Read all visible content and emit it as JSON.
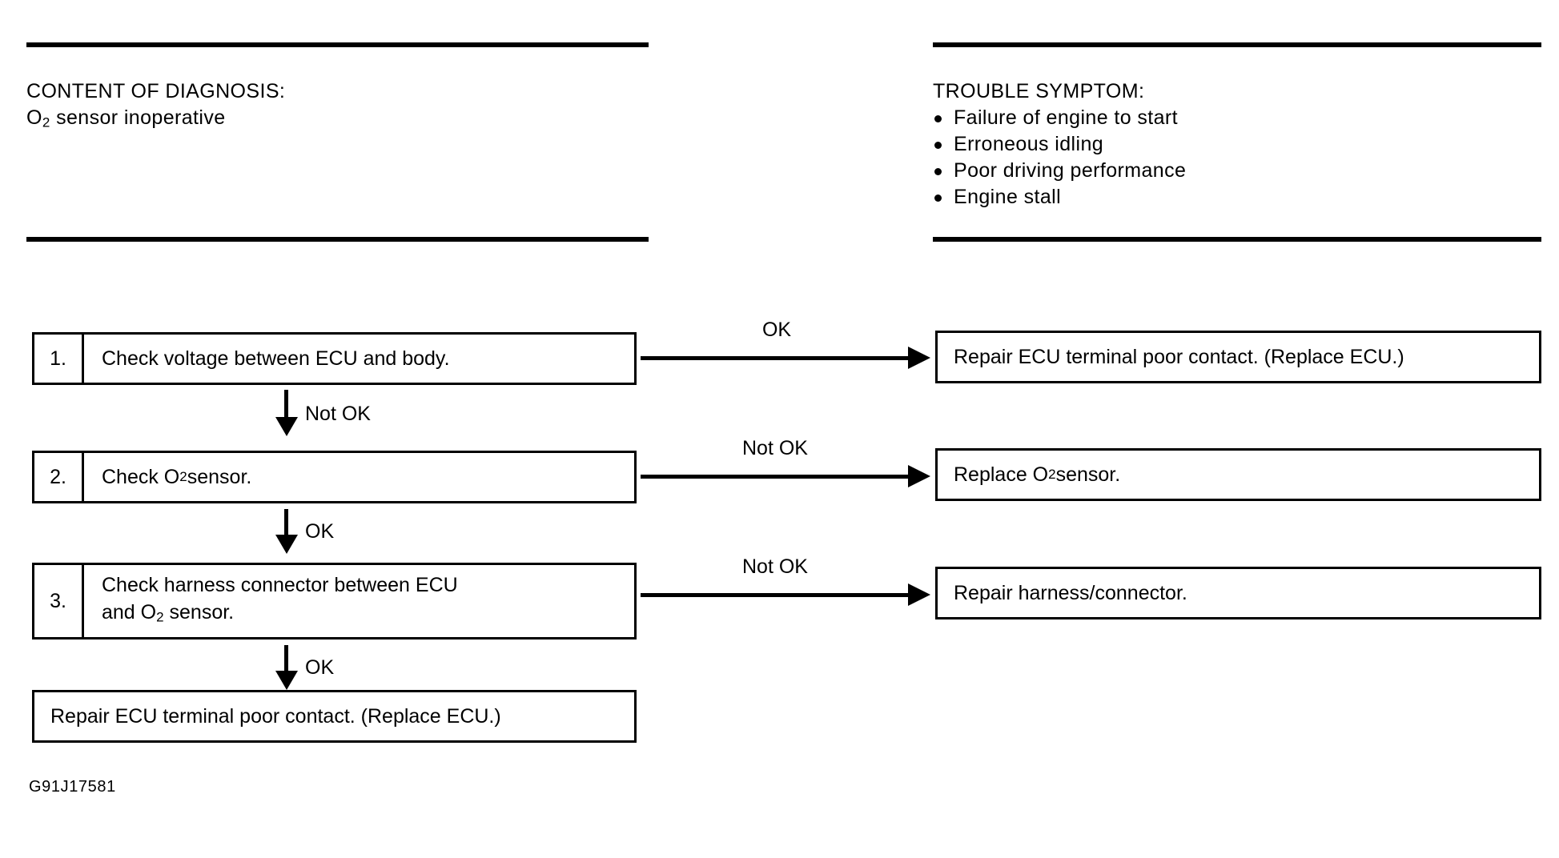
{
  "header": {
    "left": {
      "title": "CONTENT OF DIAGNOSIS:",
      "subtitle_prefix": "O",
      "subtitle_sub": "2",
      "subtitle_rest": " sensor inoperative",
      "subtitle_plain": "O2 sensor inoperative"
    },
    "right": {
      "title": "TROUBLE SYMPTOM:",
      "symptoms": [
        "Failure of engine to start",
        "Erroneous idling",
        "Poor driving performance",
        "Engine stall"
      ]
    }
  },
  "flow": {
    "steps": [
      {
        "number": "1.",
        "text": "Check voltage between ECU and body.",
        "text_line1": "Check voltage between ECU and body.",
        "text_line2": ""
      },
      {
        "number": "2.",
        "text": "Check O2 sensor.",
        "text_prefix": "Check O",
        "text_sub": "2",
        "text_rest": " sensor."
      },
      {
        "number": "3.",
        "text": "Check harness connector between ECU and O2 sensor.",
        "text_line1": "Check harness connector between ECU",
        "line2_prefix": "and O",
        "line2_sub": "2",
        "line2_rest": " sensor."
      }
    ],
    "step_down_labels": [
      "Not OK",
      "OK",
      "OK"
    ],
    "branch_labels": [
      "OK",
      "Not OK",
      "Not OK"
    ],
    "results": [
      {
        "text": "Repair ECU terminal poor contact. (Replace ECU.)"
      },
      {
        "text": "Replace O2 sensor.",
        "text_prefix": "Replace O",
        "text_sub": "2",
        "text_rest": " sensor."
      },
      {
        "text": "Repair harness/connector."
      }
    ],
    "final_result": "Repair ECU terminal poor contact. (Replace ECU.)"
  },
  "figure_id": "G91J17581",
  "colors": {
    "ink": "#000000",
    "background": "#ffffff"
  }
}
